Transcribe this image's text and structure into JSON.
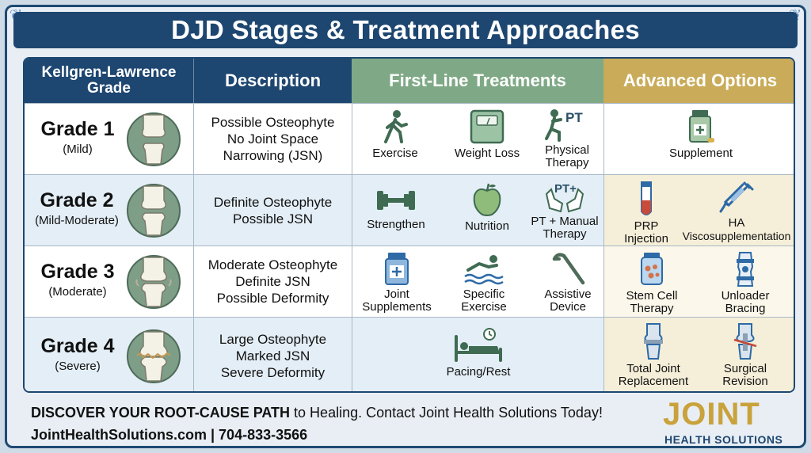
{
  "title": "DJD Stages & Treatment Approaches",
  "headers": {
    "grade": "Kellgren-Lawrence Grade",
    "description": "Description",
    "first_line": "First-Line Treatments",
    "advanced": "Advanced Options"
  },
  "rows": [
    {
      "grade": "Grade 1",
      "severity": "(Mild)",
      "description": [
        "Possible Osteophyte",
        "No Joint Space",
        "Narrowing (JSN)"
      ],
      "first_line": [
        {
          "icon": "walking-person-icon",
          "label": [
            "Exercise"
          ]
        },
        {
          "icon": "scale-icon",
          "label": [
            "Weight Loss"
          ]
        },
        {
          "icon": "physical-therapy-icon",
          "badge": "PT",
          "label": [
            "Physical",
            "Therapy"
          ]
        }
      ],
      "advanced": [
        {
          "icon": "supplement-bottle-icon",
          "label": [
            "Supplement"
          ]
        }
      ]
    },
    {
      "grade": "Grade 2",
      "severity": "(Mild-Moderate)",
      "description": [
        "Definite Osteophyte",
        "Possible JSN"
      ],
      "first_line": [
        {
          "icon": "dumbbell-icon",
          "label": [
            "Strengthen"
          ]
        },
        {
          "icon": "apple-icon",
          "label": [
            "Nutrition"
          ]
        },
        {
          "icon": "hands-icon",
          "badge": "PT+",
          "label": [
            "PT + Manual",
            "Therapy"
          ]
        }
      ],
      "advanced": [
        {
          "icon": "test-tube-icon",
          "label": [
            "PRP",
            "Injection"
          ]
        },
        {
          "icon": "syringe-icon",
          "label": [
            "HA",
            "Viscosupplementation"
          ]
        }
      ]
    },
    {
      "grade": "Grade 3",
      "severity": "(Moderate)",
      "description": [
        "Moderate Osteophyte",
        "Definite JSN",
        "Possible Deformity"
      ],
      "first_line": [
        {
          "icon": "pill-bottle-icon",
          "label": [
            "Joint",
            "Supplements"
          ]
        },
        {
          "icon": "swimmer-icon",
          "label": [
            "Specific",
            "Exercise"
          ]
        },
        {
          "icon": "cane-icon",
          "label": [
            "Assistive",
            "Device"
          ]
        }
      ],
      "advanced": [
        {
          "icon": "stem-cell-jar-icon",
          "label": [
            "Stem Cell",
            "Therapy"
          ]
        },
        {
          "icon": "knee-brace-icon",
          "label": [
            "Unloader",
            "Bracing"
          ]
        }
      ]
    },
    {
      "grade": "Grade 4",
      "severity": "(Severe)",
      "description": [
        "Large Osteophyte",
        "Marked JSN",
        "Severe Deformity"
      ],
      "first_line": [
        {
          "icon": "bed-rest-icon",
          "label": [
            "Pacing/Rest"
          ]
        }
      ],
      "advanced": [
        {
          "icon": "knee-replacement-icon",
          "label": [
            "Total Joint",
            "Replacement"
          ]
        },
        {
          "icon": "surgical-revision-icon",
          "label": [
            "Surgical",
            "Revision"
          ]
        }
      ]
    }
  ],
  "footer": {
    "cta_bold": "DISCOVER YOUR ROOT-CAUSE PATH",
    "cta_rest": " to Healing. Contact Joint Health Solutions Today!",
    "contact": "JointHealthSolutions.com | 704-833-3566"
  },
  "logo": {
    "main": "JOINT",
    "sub": "HEALTH SOLUTIONS"
  },
  "colors": {
    "navy": "#1d4670",
    "green_header": "#7fa986",
    "gold_header": "#c9ab59",
    "icon_green": "#3f6b52",
    "icon_blue": "#2e6aa6"
  }
}
